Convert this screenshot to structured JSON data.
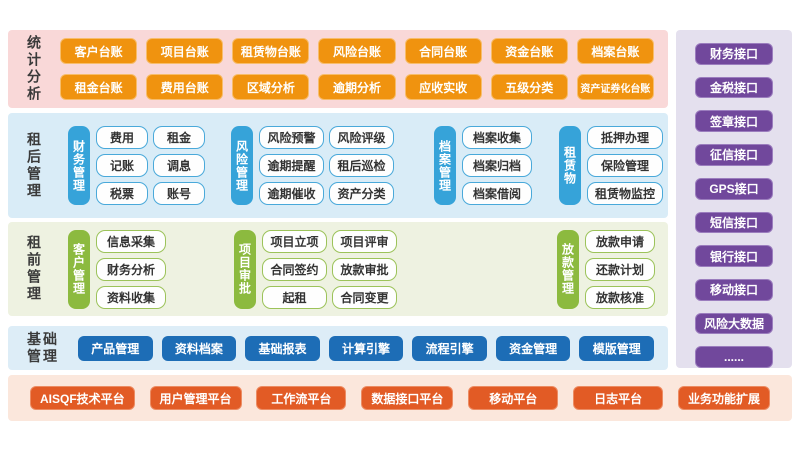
{
  "colors": {
    "stats_band": "#f9d8d8",
    "post_lease_band": "#d9ecf7",
    "pre_lease_band": "#eef2e1",
    "base_band": "#ddedf7",
    "platform_band": "#fbe7dc",
    "interface_band": "#e4e0ee",
    "orange_button": "#f0930f",
    "blue_tab": "#36a3d9",
    "green_tab": "#8cba3f",
    "dark_blue_button": "#1d6db6",
    "red_orange_button": "#e25b25",
    "purple_button": "#71489c"
  },
  "sections": {
    "stats": {
      "label": "统计分析",
      "rows": [
        [
          "客户台账",
          "项目台账",
          "租赁物台账",
          "风险台账",
          "合同台账",
          "资金台账",
          "档案台账"
        ],
        [
          "租金台账",
          "费用台账",
          "区域分析",
          "逾期分析",
          "应收实收",
          "五级分类",
          "资产证券化台账"
        ]
      ]
    },
    "post_lease": {
      "label": "租后管理",
      "groups": [
        {
          "tab": "财务管理",
          "items": [
            "费用",
            "租金",
            "记账",
            "调息",
            "税票",
            "账号"
          ]
        },
        {
          "tab": "风险管理",
          "items": [
            "风险预警",
            "风险评级",
            "逾期提醒",
            "租后巡检",
            "逾期催收",
            "资产分类"
          ]
        },
        {
          "tab": "档案管理",
          "items": [
            "档案收集",
            "档案归档",
            "档案借阅"
          ]
        },
        {
          "tab": "租赁物",
          "items": [
            "抵押办理",
            "保险管理",
            "租赁物监控"
          ]
        }
      ]
    },
    "pre_lease": {
      "label": "租前管理",
      "groups": [
        {
          "tab": "客户管理",
          "items": [
            "信息采集",
            "财务分析",
            "资料收集"
          ]
        },
        {
          "tab": "项目审批",
          "items": [
            "项目立项",
            "项目评审",
            "合同签约",
            "放款审批",
            "起租",
            "合同变更"
          ]
        },
        {
          "tab": "放款管理",
          "items": [
            "放款申请",
            "还款计划",
            "放款核准"
          ]
        }
      ]
    },
    "base": {
      "label": "基础管理",
      "items": [
        "产品管理",
        "资料档案",
        "基础报表",
        "计算引擎",
        "流程引擎",
        "资金管理",
        "模版管理"
      ]
    },
    "platform": {
      "items": [
        "AISQF技术平台",
        "用户管理平台",
        "工作流平台",
        "数据接口平台",
        "移动平台",
        "日志平台",
        "业务功能扩展"
      ]
    },
    "interfaces": {
      "items": [
        "财务接口",
        "金税接口",
        "签章接口",
        "征信接口",
        "GPS接口",
        "短信接口",
        "银行接口",
        "移动接口",
        "风险大数据",
        "......"
      ]
    }
  }
}
